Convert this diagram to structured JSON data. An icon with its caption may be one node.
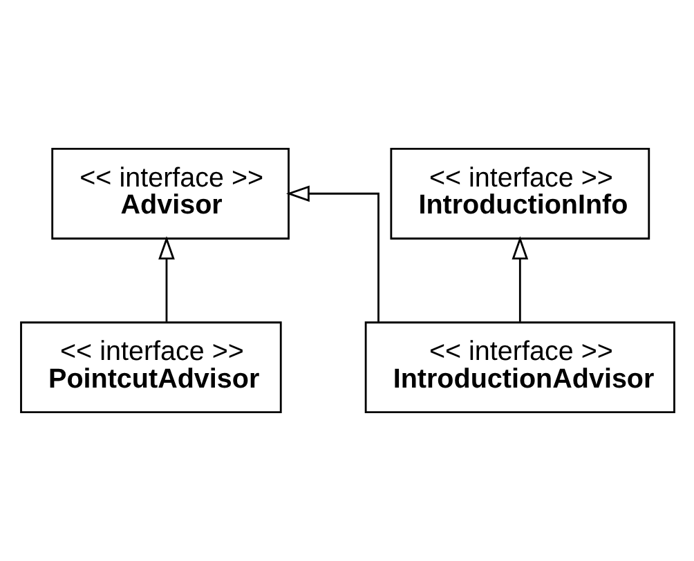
{
  "diagram": {
    "nodes": [
      {
        "text": [
          "<< interface >>",
          "Advisor"
        ]
      },
      {
        "text": [
          "<< interface >>",
          "IntroductionInfo"
        ]
      },
      {
        "text": [
          "<< interface >>",
          "IntroductionAdvisor"
        ]
      },
      {
        "text": [
          "<< interface >>",
          "PointcutAdvisor"
        ]
      }
    ],
    "edges": [
      {
        "from": 3,
        "to": 0,
        "arrow": "to"
      },
      {
        "from": 2,
        "to": 0,
        "arrow": "to"
      },
      {
        "from": 2,
        "to": 1,
        "arrow": "to"
      }
    ]
  }
}
